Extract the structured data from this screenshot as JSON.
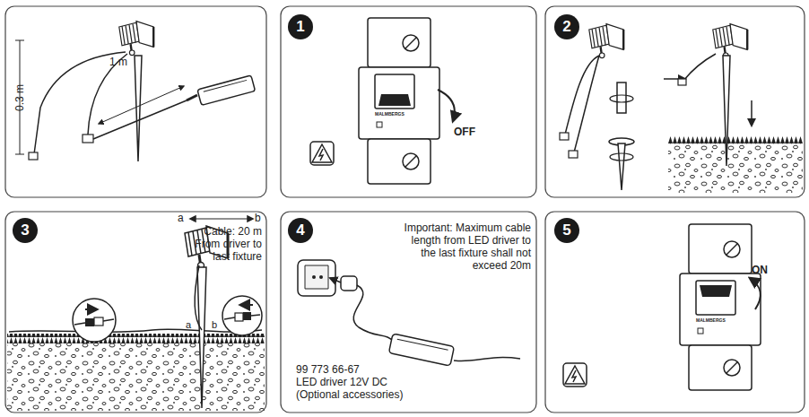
{
  "diagram": {
    "nodes": [
      {
        "text": [
          "1"
        ]
      },
      {
        "text": [
          "2"
        ]
      },
      {
        "text": [
          "3"
        ]
      },
      {
        "text": [
          "4"
        ]
      },
      {
        "text": [
          "5"
        ]
      }
    ],
    "labels": [
      "0.3 m",
      "1 m",
      "MALMBERGS",
      "OFF",
      "a",
      "b",
      "Cable: 20 m",
      "From driver to last fixture",
      "a",
      "b",
      "Important: Maximum cable length from LED driver to the last fixture shall not exceed 20m",
      "99 773 66-67",
      "LED driver 12V DC",
      "(Optional accessories)",
      "MALMBERGS",
      "ON"
    ]
  }
}
